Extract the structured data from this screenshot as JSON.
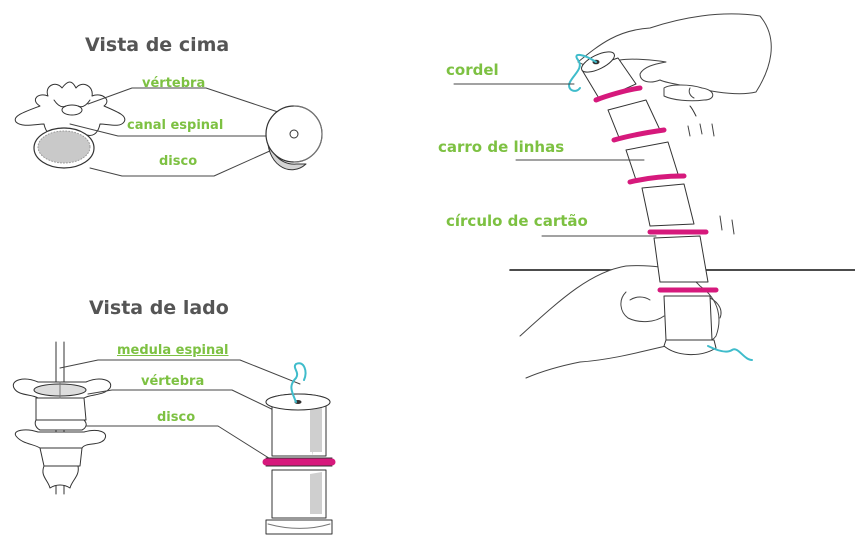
{
  "colors": {
    "label_green": "#7dc142",
    "title_gray": "#555555",
    "ring_magenta": "#d6197c",
    "string_cyan": "#3fbccb",
    "line_dark": "#333333"
  },
  "top_view": {
    "title": "Vista de cima",
    "labels": {
      "vertebra": "vértebra",
      "spinal_canal": "canal espinal",
      "disc": "disco"
    }
  },
  "side_view": {
    "title": "Vista de lado",
    "labels": {
      "spinal_cord": "medula espinal",
      "vertebra": "vértebra",
      "disc": "disco"
    }
  },
  "model": {
    "labels": {
      "string": "cordel",
      "spools": "carro de linhas",
      "card_circle": "círculo de cartão"
    }
  }
}
